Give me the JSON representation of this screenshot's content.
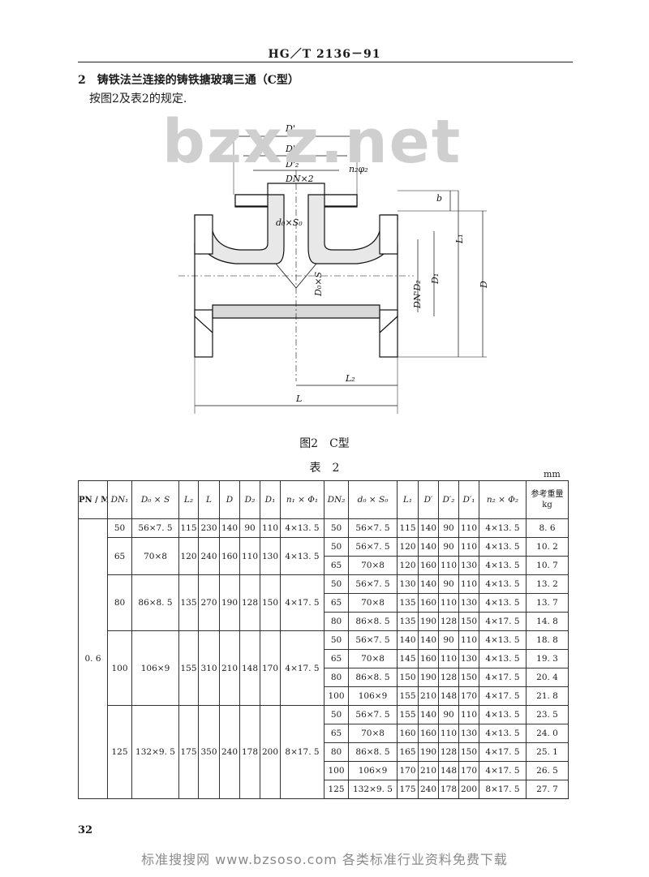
{
  "header": "HG／T 2136－91",
  "section": {
    "title": "2　铸铁法兰连接的铸铁搪玻璃三通（C型）",
    "instruction": "按图2及表2的规定."
  },
  "watermark": "bzxz.net",
  "figure": {
    "caption": "图2　C型",
    "labels": {
      "d_top": "D'",
      "d1_top": "D'₁",
      "d2_top": "D'₂",
      "n2phi2": "n₂φ₂",
      "dn2": "DN×2",
      "d0s0": "d₀×S₀",
      "dxs": "D₀×S",
      "dn_d2": "DN'D₂",
      "d1": "D₁",
      "d": "D",
      "l1": "L₁",
      "l2": "L₂",
      "l": "L",
      "b": "b"
    }
  },
  "table": {
    "title": "表　2",
    "unit": "mm",
    "headers": [
      "PN / MPa",
      "DN₁",
      "D₀ × S",
      "L₂",
      "L",
      "D",
      "D₂",
      "D₁",
      "n₁ × Φ₁",
      "DN₂",
      "d₀ × S₀",
      "L₁",
      "D′",
      "D′₂",
      "D′₁",
      "n₂ × Φ₂",
      "参考重量",
      "kg"
    ],
    "pn": "0. 6",
    "groups": [
      {
        "dn1": "50",
        "d0s": "56×7. 5",
        "l2": "115",
        "l": "230",
        "d": "140",
        "d2": "90",
        "d1": "110",
        "n1phi1": "4×13. 5",
        "rows": [
          [
            "50",
            "56×7. 5",
            "115",
            "140",
            "90",
            "110",
            "4×13. 5",
            "8. 6"
          ]
        ]
      },
      {
        "dn1": "65",
        "d0s": "70×8",
        "l2": "120",
        "l": "240",
        "d": "160",
        "d2": "110",
        "d1": "130",
        "n1phi1": "4×13. 5",
        "rows": [
          [
            "50",
            "56×7. 5",
            "120",
            "140",
            "90",
            "110",
            "4×13. 5",
            "10. 2"
          ],
          [
            "65",
            "70×8",
            "120",
            "160",
            "110",
            "130",
            "4×13. 5",
            "10. 7"
          ]
        ]
      },
      {
        "dn1": "80",
        "d0s": "86×8. 5",
        "l2": "135",
        "l": "270",
        "d": "190",
        "d2": "128",
        "d1": "150",
        "n1phi1": "4×17. 5",
        "rows": [
          [
            "50",
            "56×7. 5",
            "130",
            "140",
            "90",
            "110",
            "4×13. 5",
            "13. 2"
          ],
          [
            "65",
            "70×8",
            "135",
            "160",
            "110",
            "130",
            "4×13. 5",
            "13. 7"
          ],
          [
            "80",
            "86×8. 5",
            "135",
            "190",
            "128",
            "150",
            "4×17. 5",
            "14. 8"
          ]
        ]
      },
      {
        "dn1": "100",
        "d0s": "106×9",
        "l2": "155",
        "l": "310",
        "d": "210",
        "d2": "148",
        "d1": "170",
        "n1phi1": "4×17. 5",
        "rows": [
          [
            "50",
            "56×7. 5",
            "140",
            "140",
            "90",
            "110",
            "4×13. 5",
            "18. 8"
          ],
          [
            "65",
            "70×8",
            "145",
            "160",
            "110",
            "130",
            "4×13. 5",
            "19. 3"
          ],
          [
            "80",
            "86×8. 5",
            "150",
            "190",
            "128",
            "150",
            "4×17. 5",
            "20. 4"
          ],
          [
            "100",
            "106×9",
            "155",
            "210",
            "148",
            "170",
            "4×17. 5",
            "21. 8"
          ]
        ]
      },
      {
        "dn1": "125",
        "d0s": "132×9. 5",
        "l2": "175",
        "l": "350",
        "d": "240",
        "d2": "178",
        "d1": "200",
        "n1phi1": "8×17. 5",
        "rows": [
          [
            "50",
            "56×7. 5",
            "155",
            "140",
            "90",
            "110",
            "4×13. 5",
            "23. 5"
          ],
          [
            "65",
            "70×8",
            "160",
            "160",
            "110",
            "130",
            "4×13. 5",
            "24. 0"
          ],
          [
            "80",
            "86×8. 5",
            "165",
            "190",
            "128",
            "150",
            "4×17. 5",
            "25. 1"
          ],
          [
            "100",
            "106×9",
            "170",
            "210",
            "148",
            "170",
            "4×17. 5",
            "26. 5"
          ],
          [
            "125",
            "132×9. 5",
            "175",
            "240",
            "178",
            "200",
            "8×17. 5",
            "27. 7"
          ]
        ]
      }
    ]
  },
  "page_number": "32",
  "footer": "标准搜搜网 www.bzsoso.com 各类标准行业资料免费下载"
}
